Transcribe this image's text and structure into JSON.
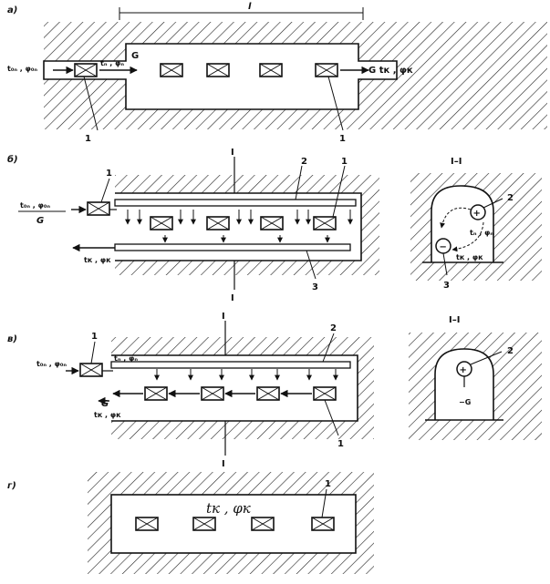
{
  "panel_labels": {
    "a": "а)",
    "b": "б)",
    "v": "в)",
    "g": "г)"
  },
  "callouts": {
    "one": "1",
    "two": "2",
    "three": "3"
  },
  "section_mark": "I",
  "section_title": "I–I",
  "panel_a": {
    "length": "l",
    "inlet": "t₀ₙ , φ₀ₙ",
    "flow": "G",
    "mid": "tₙ , φₙ",
    "outlet": "G  tк , φк"
  },
  "panel_b": {
    "inlet": "t₀ₙ , φ₀ₙ",
    "flow": "G",
    "outlet": "tк , φк",
    "sec_in": "tₙ , φₙ",
    "sec_out": "tк , φк",
    "plus": "+",
    "minus": "−"
  },
  "panel_v": {
    "inlet": "t₀ₙ , φ₀ₙ",
    "mid": "tₙ , φₙ",
    "flow": "G",
    "outlet": "tк , φк",
    "plus": "+",
    "sec_flow": "−G"
  },
  "panel_g": {
    "state": "tк , φк"
  }
}
